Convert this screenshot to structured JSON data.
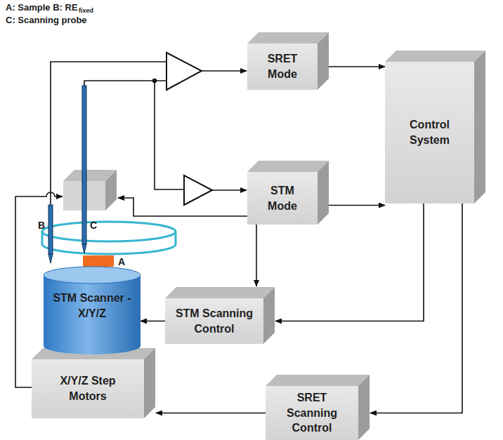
{
  "diagram": {
    "nodes": [
      {
        "text": [
          "SRET Mode"
        ]
      },
      {
        "text": [
          "Control System"
        ]
      },
      {
        "text": [
          "STM Mode"
        ]
      },
      {
        "text": [
          "STM Scanner - X/Y/Z"
        ]
      },
      {
        "text": [
          "STM Scanning Control"
        ]
      },
      {
        "text": [
          "X/Y/Z Step Motors"
        ]
      },
      {
        "text": [
          "SRET Scanning Control"
        ]
      }
    ],
    "edges": [
      {
        "from": 0,
        "to": 1,
        "arrow": "to"
      },
      {
        "from": 2,
        "to": 1,
        "arrow": "to"
      },
      {
        "from": 2,
        "to": 4,
        "arrow": "to"
      },
      {
        "from": 1,
        "to": 4,
        "arrow": "to"
      },
      {
        "from": 1,
        "to": 6,
        "arrow": "to"
      },
      {
        "from": 4,
        "to": 3,
        "arrow": "to"
      },
      {
        "from": 6,
        "to": 5,
        "arrow": "to"
      }
    ],
    "labels": [
      "A: Sample B: RE",
      "fixed",
      "C: Scanning probe",
      "B",
      "C",
      "A"
    ]
  }
}
